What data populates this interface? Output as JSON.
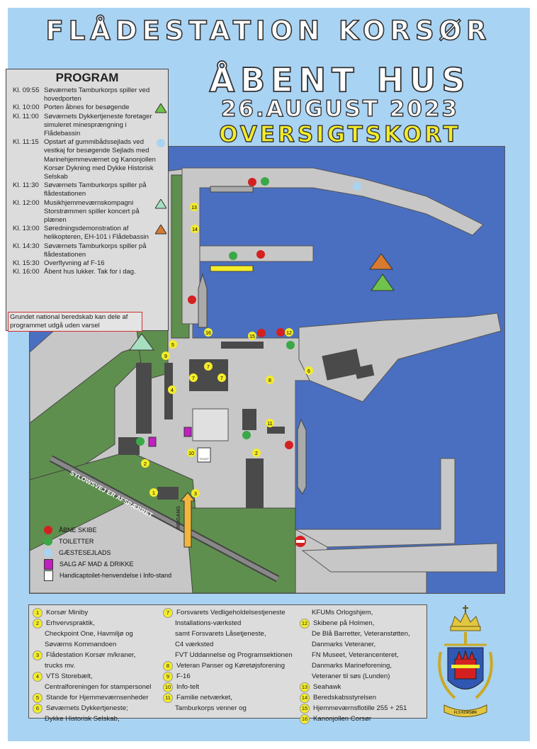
{
  "titles": {
    "main": "FLÅDESTATION KORSØR",
    "event": "ÅBENT HUS",
    "date": "26.AUGUST 2023",
    "map": "OVERSIGTSKORT"
  },
  "program": {
    "title": "PROGRAM",
    "items": [
      {
        "time": "Kl. 09:55",
        "text": "Søværnets Tamburkorps spiller ved hovedporten",
        "marker": ""
      },
      {
        "time": "Kl. 10:00",
        "text": "Porten åbnes for besøgende",
        "marker": "green-triangle"
      },
      {
        "time": "Kl. 11:00",
        "text": "Søværnets Dykkertjeneste foretager simuleret minesprængning i Flådebassin",
        "marker": ""
      },
      {
        "time": "Kl. 11:15",
        "text": "Opstart af gummibådssejlads ved vestkaj for besøgende Sejlads med Marinehjemmeværnet og Kanonjollen Korsør Dykning med Dykke Historisk Selskab",
        "marker": "light-blue-dot"
      },
      {
        "time": "Kl. 11:30",
        "text": "Søværnets Tamburkorps spiller på flådestationen",
        "marker": ""
      },
      {
        "time": "Kl. 12:00",
        "text": "Musikhjemmeværnskompagni Storstrømmen spiller koncert på plænen",
        "marker": "mint-triangle"
      },
      {
        "time": "Kl. 13:00",
        "text": "Søredningsdemonstration af helikopteren, EH-101 i Flådebassin",
        "marker": "orange-triangle"
      },
      {
        "time": "Kl. 14:30",
        "text": "Søværnets Tamburkorps spiller på flådestationen",
        "marker": ""
      },
      {
        "time": "Kl. 15:30",
        "text": "Overflyvning af F-16",
        "marker": ""
      },
      {
        "time": "Kl. 16:00",
        "text": "Åbent hus lukker. Tak for i dag.",
        "marker": ""
      }
    ],
    "note": "Grundet national beredskab kan dele af programmet udgå uden varsel"
  },
  "map_labels": {
    "road": "SYLOWSVEJ ER AFSPÆRRET",
    "entrance": "INDGANG",
    "toilet": "TOILET"
  },
  "map_legend": {
    "open_ships": "ÅBNE SKIBE",
    "toilets": "TOILETTER",
    "guest_sailing": "GÆSTESEJLADS",
    "food": "SALG AF MAD & DRIKKE",
    "handicap": "Handicaptoilet-henvendelse i Info-stand"
  },
  "colors": {
    "open_ships": "#d42020",
    "toilets": "#3aa846",
    "guest_sailing": "#a9d3f3",
    "food": "#c020c0",
    "water": "#4a6fc0",
    "quay": "#c8c8c8",
    "grass": "#5f8f4e",
    "number_marker": "#f3ec2a"
  },
  "legend": {
    "col1": [
      {
        "num": "1",
        "text": "Korsør Miniby"
      },
      {
        "num": "2",
        "text": "Erhvervspraktik,"
      },
      {
        "num": "",
        "text": "Checkpoint One, Havmiljø og"
      },
      {
        "num": "",
        "text": "Søværns Kommandoen"
      },
      {
        "num": "3",
        "text": "Flådestation Korsør m/kraner,"
      },
      {
        "num": "",
        "text": "trucks mv."
      },
      {
        "num": "4",
        "text": "VTS Storebælt,"
      },
      {
        "num": "",
        "text": "Centralforeningen for stampersonel"
      },
      {
        "num": "5",
        "text": "Stande for Hjemmeværnsenheder"
      },
      {
        "num": "6",
        "text": "Søværnets Dykkertjeneste;"
      },
      {
        "num": "",
        "text": "Dykke Historisk Selskab,"
      }
    ],
    "col2": [
      {
        "num": "7",
        "text": "Forsvarets Vedligeholdelsestjeneste"
      },
      {
        "num": "",
        "text": "Installations-værksted"
      },
      {
        "num": "",
        "text": "samt Forsvarets Låsetjeneste,"
      },
      {
        "num": "",
        "text": "C4 værksted"
      },
      {
        "num": "",
        "text": "FVT Uddannelse og Programsektionen"
      },
      {
        "num": "8",
        "text": "Veteran Panser og Køretøjsforening"
      },
      {
        "num": "9",
        "text": "F-16"
      },
      {
        "num": "10",
        "text": "Info-telt"
      },
      {
        "num": "11",
        "text": "Familie netværket,"
      },
      {
        "num": "",
        "text": "Tamburkorps venner og"
      }
    ],
    "col3": [
      {
        "num": "",
        "text": "KFUMs Orlogshjem,"
      },
      {
        "num": "12",
        "text": "Skibene på Holmen,"
      },
      {
        "num": "",
        "text": "De Blå Barretter, Veteranstøtten,"
      },
      {
        "num": "",
        "text": "Danmarks Veteraner,"
      },
      {
        "num": "",
        "text": "FN Museet, Veterancenteret,"
      },
      {
        "num": "",
        "text": "Danmarks Marineforening,"
      },
      {
        "num": "",
        "text": "Veteraner til søs (Lunden)"
      },
      {
        "num": "13",
        "text": "Seahawk"
      },
      {
        "num": "14",
        "text": "Beredskabsstyrelsen"
      },
      {
        "num": "15",
        "text": "Hjemmeværnsflotille 255 + 251"
      },
      {
        "num": "16",
        "text": "Kanonjollen Corsør"
      }
    ]
  },
  "crest": {
    "motto": "FLS KORSØR"
  }
}
